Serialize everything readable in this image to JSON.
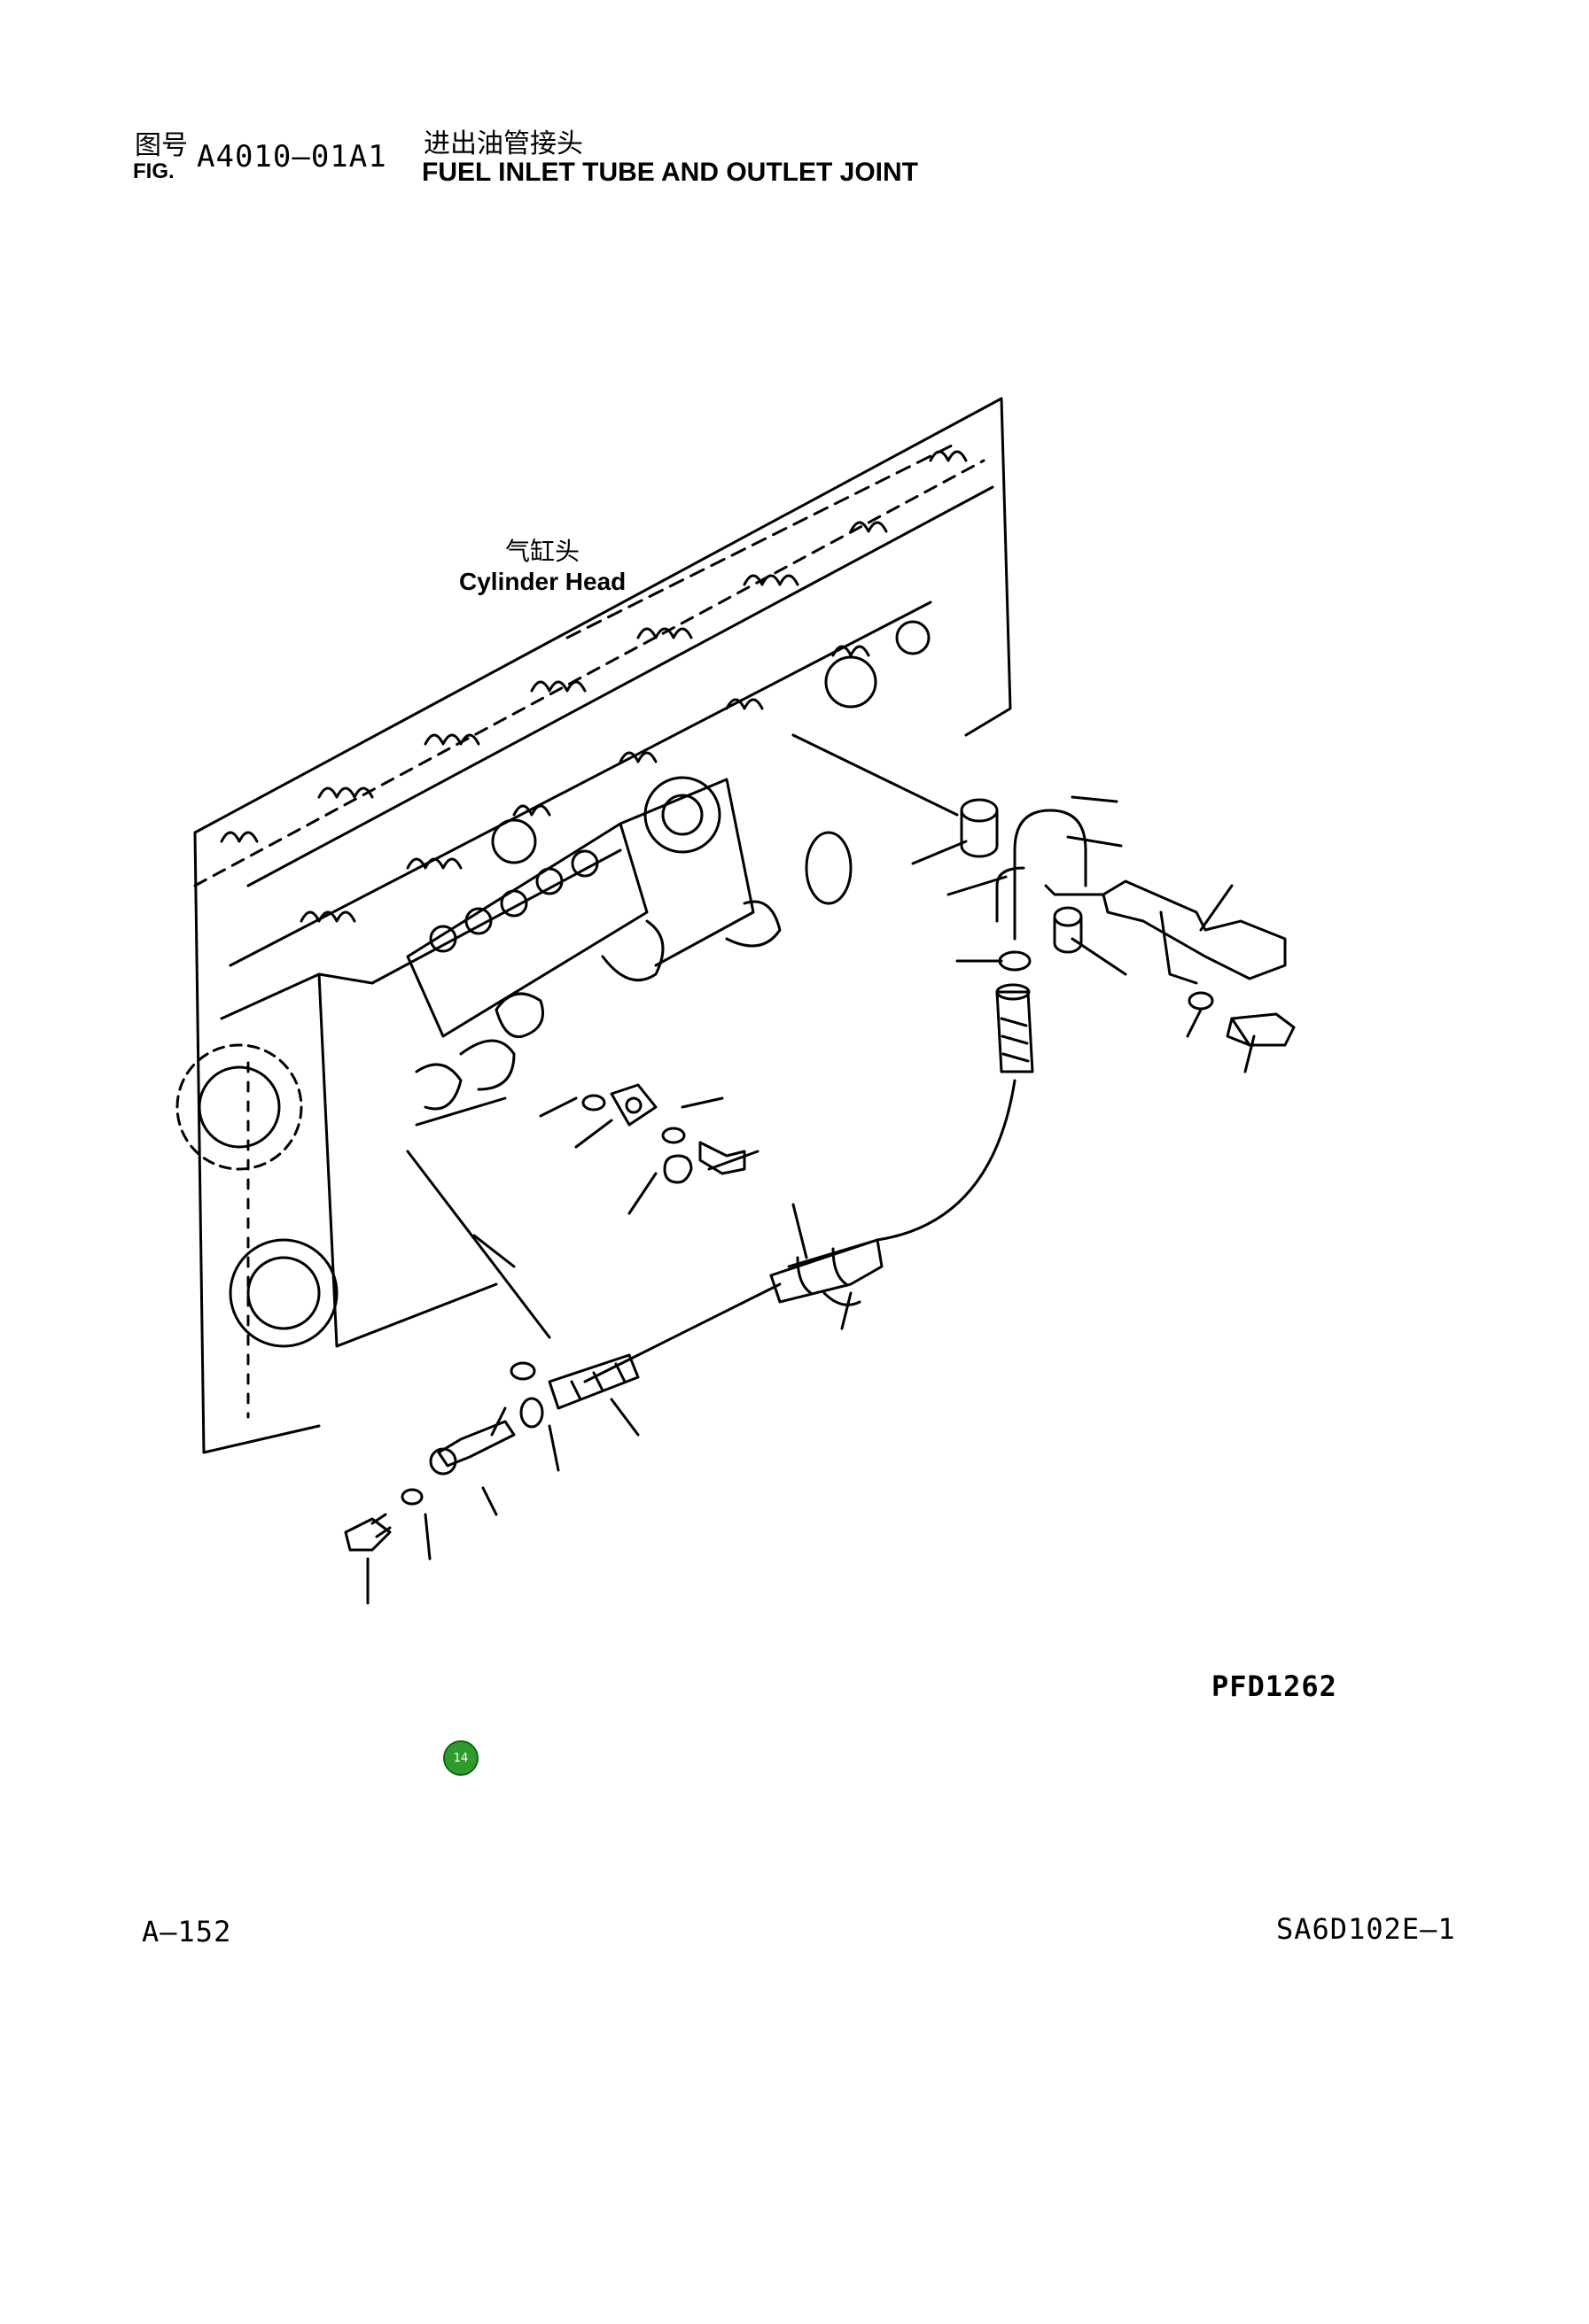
{
  "header": {
    "fig_label_cn": "图号",
    "fig_label_en": "FIG.",
    "fig_number": "A4010–01A1",
    "title_cn": "进出油管接头",
    "title_en": "FUEL INLET TUBE AND OUTLET JOINT"
  },
  "diagram": {
    "callout_cn": "气缸头",
    "callout_en": "Cylinder Head",
    "drawing_code": "PFD1262"
  },
  "marker": {
    "label": "14",
    "color": "#2f9b2f"
  },
  "footer": {
    "page": "A–152",
    "model": "SA6D102E–1"
  }
}
